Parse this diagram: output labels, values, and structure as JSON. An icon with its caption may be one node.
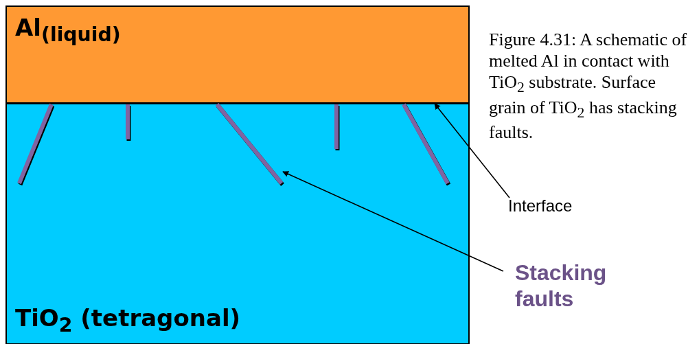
{
  "diagram": {
    "caption": "Figure 4.31: A schematic of melted Al in contact with TiO$_{2}$ substrate. Surface grain of TiO$_{2}$ has stacking faults.",
    "nodes": [
      {
        "text": [
          "Al$_{(liquid)}$"
        ]
      },
      {
        "text": [
          "TiO$_{2}$ (tetragonal)"
        ]
      },
      {
        "text": [
          "Interface"
        ]
      },
      {
        "text": [
          "Stacking faults"
        ]
      },
      {
        "text": [],
        "shape": "bar",
        "in": 1
      },
      {
        "text": [],
        "shape": "bar",
        "in": 1
      },
      {
        "text": [],
        "shape": "bar",
        "in": 1
      },
      {
        "text": [],
        "shape": "bar",
        "in": 1
      },
      {
        "text": [],
        "shape": "bar",
        "in": 1
      }
    ],
    "edges": [
      {
        "from": 2,
        "to": 0,
        "arrow": "to"
      },
      {
        "from": 3,
        "to": 6,
        "arrow": "to"
      }
    ]
  }
}
